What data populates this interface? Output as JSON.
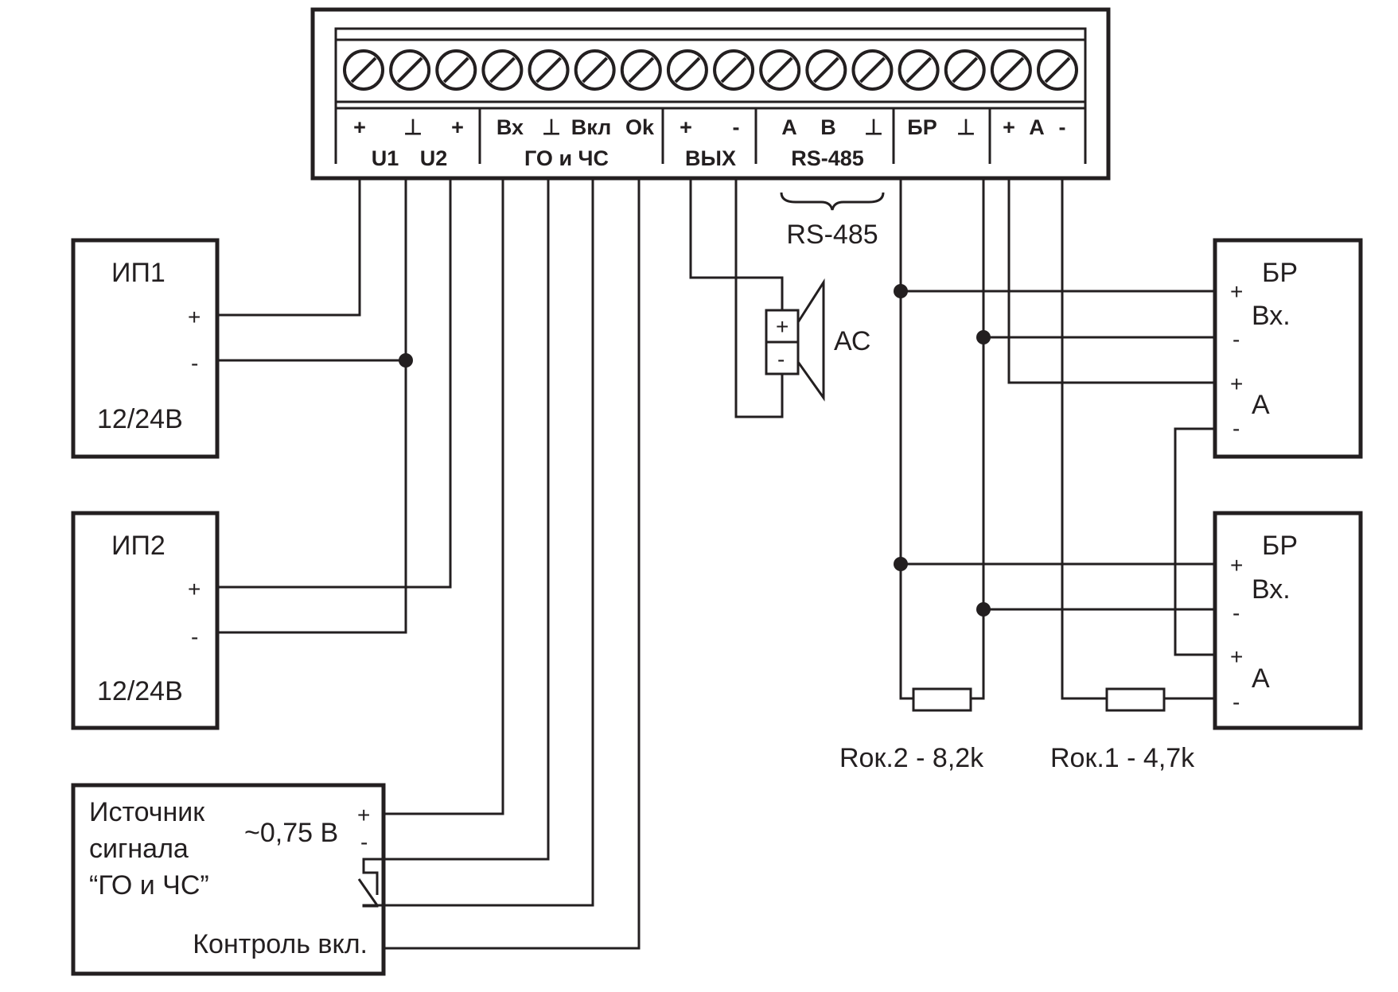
{
  "terminal_block": {
    "screw_count": 16,
    "pin_labels": [
      "+",
      "⊥",
      "+",
      "Вх",
      "⊥",
      "Вкл",
      "Ok",
      "+",
      "-",
      "A",
      "B",
      "⊥",
      "БР",
      "⊥",
      "+",
      "A",
      "-"
    ],
    "group_labels": [
      "U1",
      "U2",
      "ГО и ЧС",
      "ВЫХ",
      "RS-485"
    ]
  },
  "rs485_note": "RS-485",
  "psu1": {
    "title": "ИП1",
    "plus": "+",
    "minus": "-",
    "voltage": "12/24В"
  },
  "psu2": {
    "title": "ИП2",
    "plus": "+",
    "minus": "-",
    "voltage": "12/24В"
  },
  "signal_source": {
    "line1": "Источник",
    "line2": "сигнала",
    "line3": "“ГО и ЧС”",
    "voltage": "~0,75 В",
    "plus": "+",
    "minus": "-",
    "control": "Контроль вкл."
  },
  "speaker": {
    "label": "АС",
    "plus": "+",
    "minus": "-"
  },
  "br1": {
    "title": "БР",
    "in_plus": "+",
    "in_label": "Вх.",
    "in_minus": "-",
    "a_plus": "+",
    "a_label": "А",
    "a_minus": "-"
  },
  "br2": {
    "title": "БР",
    "in_plus": "+",
    "in_label": "Вх.",
    "in_minus": "-",
    "a_plus": "+",
    "a_label": "А",
    "a_minus": "-"
  },
  "resistors": {
    "r2": "Rок.2 - 8,2k",
    "r1": "Rок.1 - 4,7k"
  }
}
